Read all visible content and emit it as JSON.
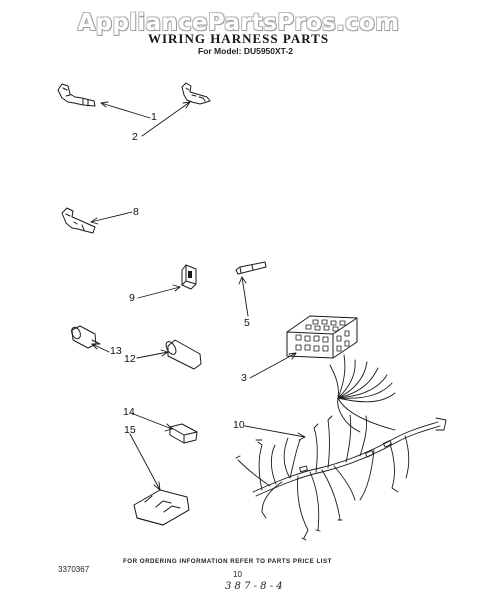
{
  "watermark": "AppliancePartsPros.com",
  "title": "WIRING HARNESS PARTS",
  "model_prefix": "For Model:",
  "model_number": "DU5950XT-2",
  "callouts": {
    "c1": "1",
    "c2": "2",
    "c3": "3",
    "c5": "5",
    "c8": "8",
    "c9": "9",
    "c10": "10",
    "c12": "12",
    "c13": "13",
    "c14": "14",
    "c15": "15"
  },
  "footer_note": "FOR ORDERING INFORMATION REFER TO PARTS PRICE LIST",
  "doc_code": "3370367",
  "page_number": "10",
  "handwritten_date": "3 8 7 - 8 - 4"
}
